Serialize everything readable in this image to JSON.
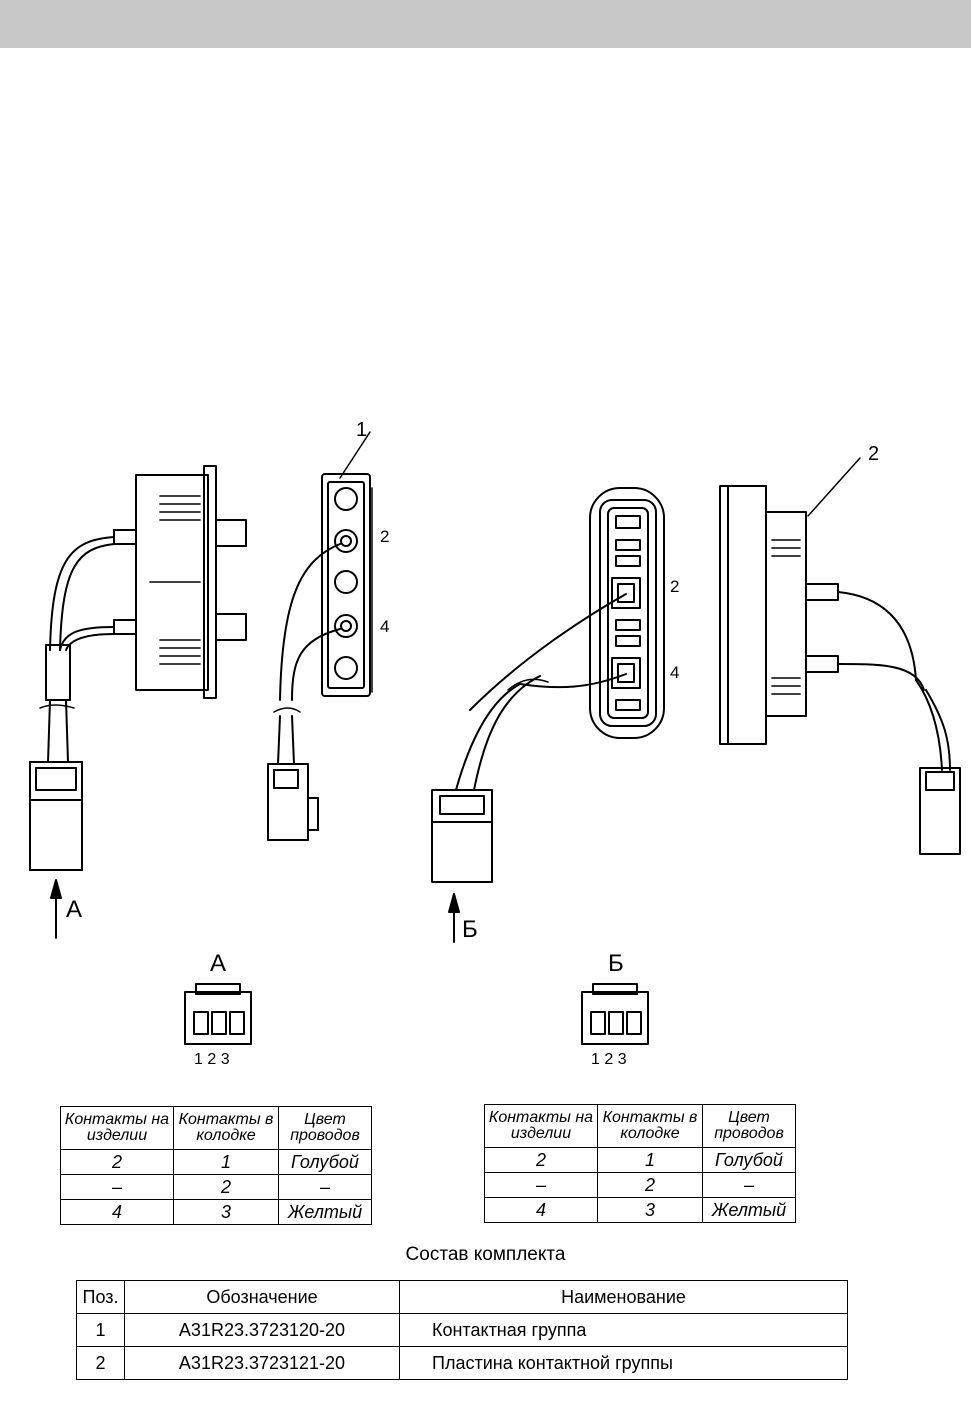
{
  "callouts": {
    "p1": "1",
    "p2": "2"
  },
  "pins": {
    "a2": "2",
    "a4": "4",
    "b2": "2",
    "b4": "4"
  },
  "views": {
    "arrow_a": "А",
    "arrow_b": "Б",
    "detail_a": "А",
    "detail_b": "Б"
  },
  "connector_pins": "1 2 3",
  "pin_table": {
    "headers": [
      "Контакты на изделии",
      "Контакты в колодке",
      "Цвет проводов"
    ],
    "rows": [
      [
        "2",
        "1",
        "Голубой"
      ],
      [
        "–",
        "2",
        "–"
      ],
      [
        "4",
        "3",
        "Желтый"
      ]
    ]
  },
  "kit": {
    "title": "Состав комплекта",
    "headers": [
      "Поз.",
      "Обозначение",
      "Наименование"
    ],
    "rows": [
      [
        "1",
        "A31R23.3723120-20",
        "Контактная группа"
      ],
      [
        "2",
        "A31R23.3723121-20",
        "Пластина контактной группы"
      ]
    ]
  }
}
